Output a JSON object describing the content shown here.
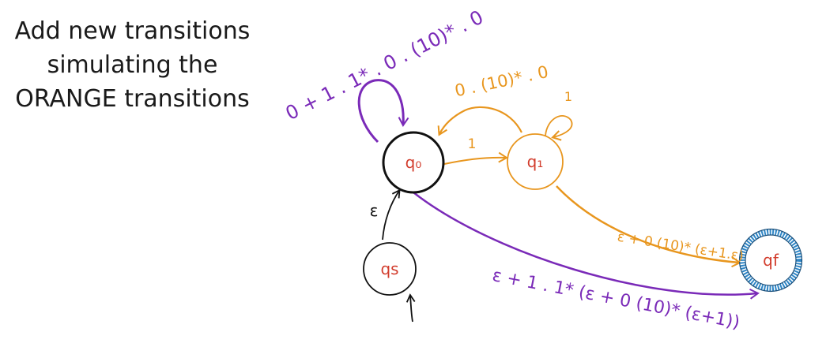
{
  "instructions": {
    "line1": "Add new transitions",
    "line2": "simulating the",
    "line3": "ORANGE transitions"
  },
  "colors": {
    "orange": "#e8961e",
    "purple": "#7a2ab8",
    "black": "#111111",
    "state_label": "#d23c2c",
    "final_ring": "#2f86c6"
  },
  "states": {
    "q0": "q₀",
    "q1": "q₁",
    "qs": "qs",
    "qf": "qf"
  },
  "transitions": {
    "q0_self": "0 + 1 . 1* . 0 . (10)* . 0",
    "q1_to_q0": "0 . (10)* . 0",
    "q1_self": "1",
    "q0_to_q1": "1",
    "qs_to_q0": "ε",
    "q1_to_qf": "ε + 0 (10)* (ε+1.ε)",
    "q0_to_qf": "ε + 1 . 1* (ε + 0 (10)* (ε+1))"
  }
}
